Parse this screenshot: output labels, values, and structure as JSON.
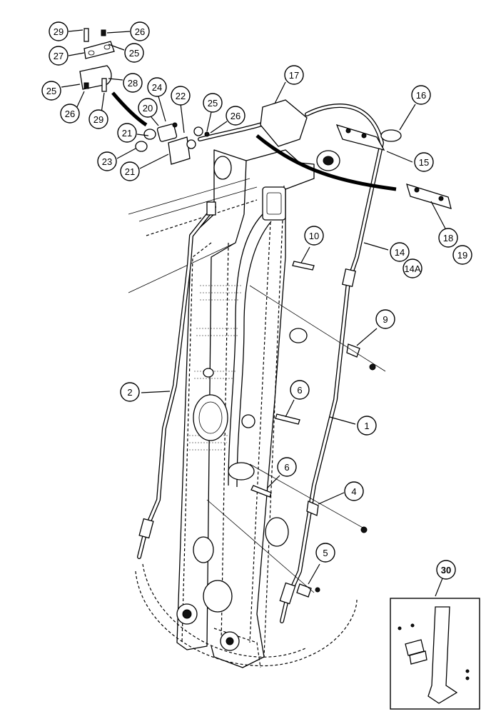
{
  "callouts": [
    {
      "label": "29"
    },
    {
      "label": "26"
    },
    {
      "label": "27"
    },
    {
      "label": "25"
    },
    {
      "label": "25"
    },
    {
      "label": "28"
    },
    {
      "label": "26"
    },
    {
      "label": "29"
    },
    {
      "label": "24"
    },
    {
      "label": "20"
    },
    {
      "label": "22"
    },
    {
      "label": "25"
    },
    {
      "label": "26"
    },
    {
      "label": "21"
    },
    {
      "label": "23"
    },
    {
      "label": "21"
    },
    {
      "label": "17"
    },
    {
      "label": "16"
    },
    {
      "label": "15"
    },
    {
      "label": "18"
    },
    {
      "label": "19"
    },
    {
      "label": "10"
    },
    {
      "label": "14"
    },
    {
      "label": "14A"
    },
    {
      "label": "9"
    },
    {
      "label": "2"
    },
    {
      "label": "6"
    },
    {
      "label": "1"
    },
    {
      "label": "6"
    },
    {
      "label": "4"
    },
    {
      "label": "5"
    }
  ],
  "detail": {
    "label": "30"
  }
}
